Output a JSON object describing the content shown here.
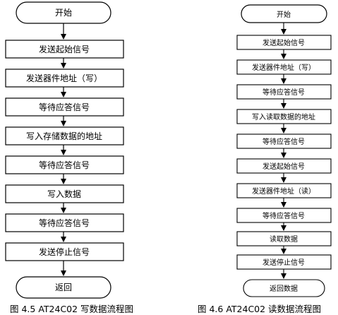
{
  "write_flow": {
    "start": "开始",
    "steps": [
      "发送起始信号",
      "发送器件地址（写）",
      "等待应答信号",
      "写入存储数据的地址",
      "等待应答信号",
      "写入数据",
      "等待应答信号",
      "发送停止信号"
    ],
    "end": "返回",
    "caption": "图 4.5 AT24C02 写数据流程图"
  },
  "read_flow": {
    "start": "开始",
    "steps": [
      "发送起始信号",
      "发送器件地址（写）",
      "等待应答信号",
      "写入读取数据的地址",
      "等待应答信号",
      "发送起始信号",
      "发送器件地址（读）",
      "等待应答信号",
      "读取数据",
      "发送停止信号"
    ],
    "end": "返回数据",
    "caption": "图 4.6 AT24C02 读数据流程图"
  }
}
